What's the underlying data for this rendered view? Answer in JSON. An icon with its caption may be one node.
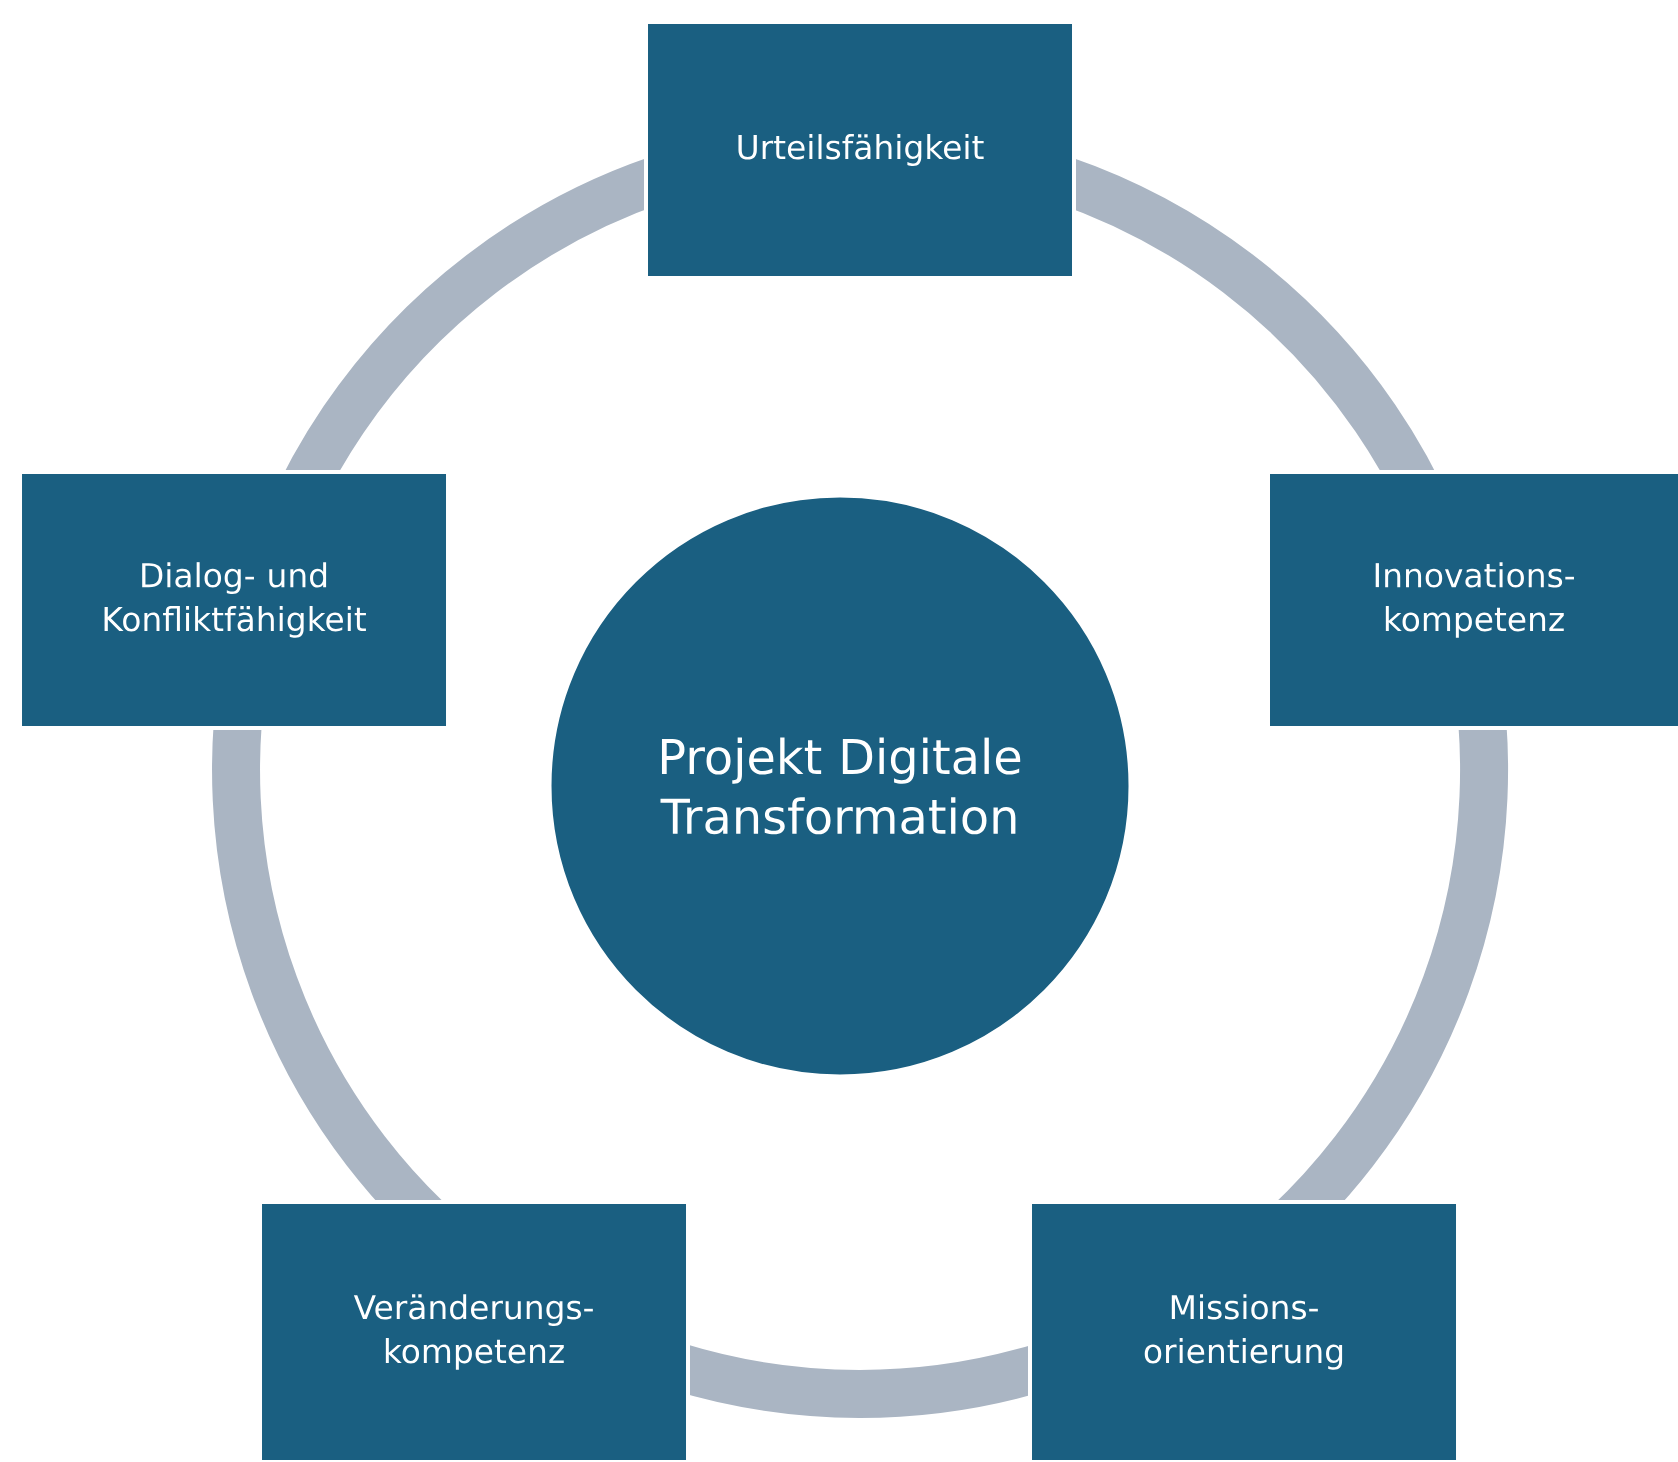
{
  "diagram": {
    "nodes": [
      {
        "text": [
          "Urteilsfähigkeit"
        ]
      },
      {
        "text": [
          "Dialog- und Konfliktfähigkeit"
        ]
      },
      {
        "text": [
          "Projekt Digitale Transformation"
        ]
      },
      {
        "text": [
          "Innovations- kompetenz"
        ]
      },
      {
        "text": [
          "Veränderungs- kompetenz"
        ]
      },
      {
        "text": [
          "Missions- orientierung"
        ]
      }
    ],
    "edges": [
      {
        "from": 0,
        "to": 3,
        "arrow": "none"
      },
      {
        "from": 3,
        "to": 5,
        "arrow": "none"
      },
      {
        "from": 5,
        "to": 4,
        "arrow": "none"
      },
      {
        "from": 4,
        "to": 1,
        "arrow": "none"
      },
      {
        "from": 1,
        "to": 0,
        "arrow": "none"
      }
    ]
  }
}
